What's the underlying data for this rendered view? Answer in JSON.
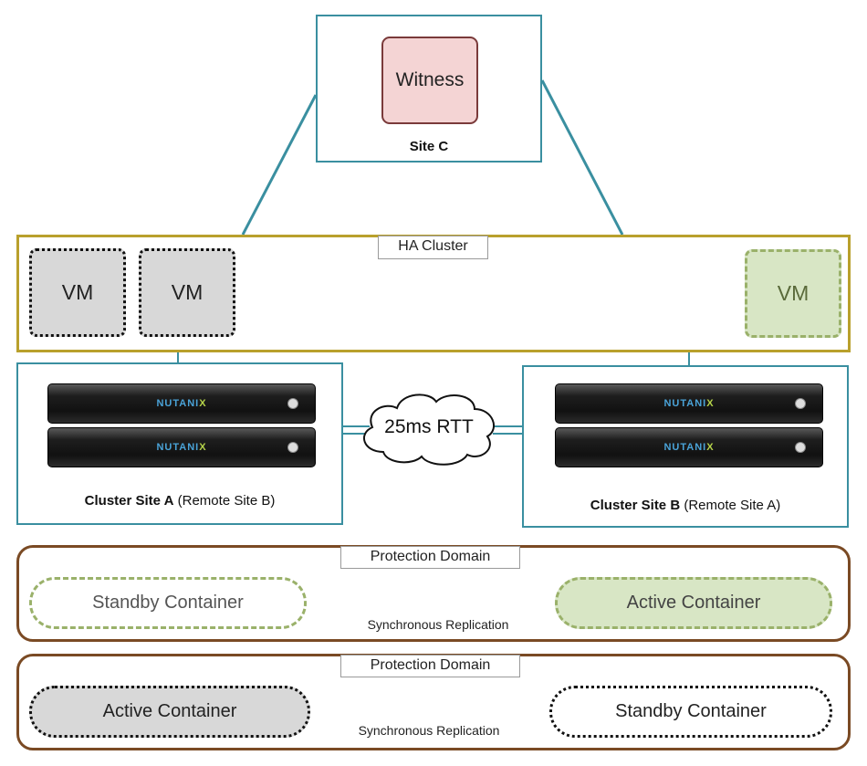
{
  "site_c": {
    "label": "Site C",
    "witness": "Witness"
  },
  "ha_cluster": {
    "label": "HA Cluster",
    "vms": [
      "VM",
      "VM",
      "VM"
    ]
  },
  "cluster_a": {
    "name": "Cluster Site A",
    "remote": "(Remote Site B)"
  },
  "cluster_b": {
    "name": "Cluster Site B",
    "remote": "(Remote Site A)"
  },
  "servers": {
    "brand_main": "NUTANI",
    "brand_x": "X"
  },
  "link": {
    "rtt": "25ms RTT"
  },
  "protection_domain_1": {
    "label": "Protection Domain",
    "left_container": "Standby Container",
    "right_container": "Active Container",
    "replication": "Synchronous Replication"
  },
  "protection_domain_2": {
    "label": "Protection Domain",
    "left_container": "Active Container",
    "right_container": "Standby Container",
    "replication": "Synchronous Replication"
  },
  "colors": {
    "teal": "#3a8fa0",
    "ha_border": "#b9a02c",
    "pd_border": "#7a4a24",
    "witness_fill": "#f4d4d4",
    "active_green": "#d8e6c5",
    "vm_gray": "#d8d8d8"
  }
}
